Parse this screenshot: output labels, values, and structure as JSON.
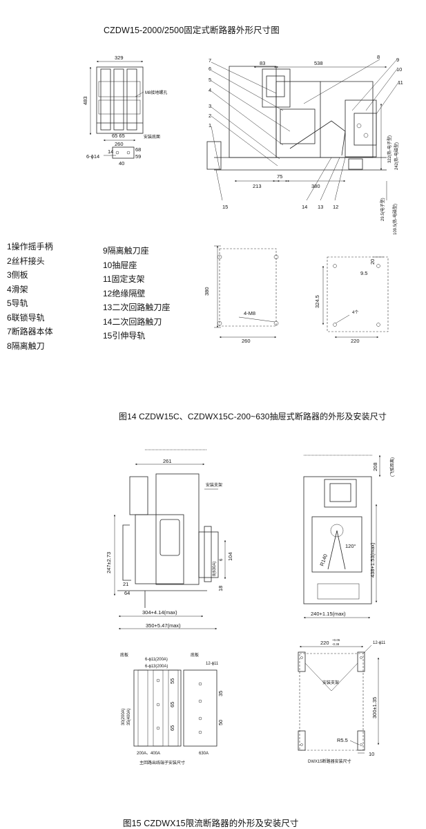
{
  "titles": {
    "top": "CZDW15-2000/2500固定式断路器外形尺寸图",
    "fig14": "图14 CZDW15C、CZDWX15C-200~630抽屉式断路器的外形及安装尺寸",
    "fig15": "图15 CZDWX15限流断路器的外形及安装尺寸"
  },
  "legend_left": [
    "1操作摇手柄",
    "2丝杆接头",
    "3侧板",
    "4滑架",
    "5导轨",
    "6联锁导轨",
    "7断路器本体",
    "8隔离触刀"
  ],
  "legend_right": [
    "9隔离触刀座",
    "10抽屉座",
    "11固定支架",
    "12绝缘隔壁",
    "13二次回路触刀座",
    "14二次回路触刀",
    "15引伸导轨"
  ],
  "top_front": {
    "d329": "329",
    "d483": "483",
    "m8": "M8接地螺孔",
    "base": "安装底面",
    "d6565": "65 65",
    "d260": "260",
    "d40": "40",
    "d6phi14": "6-ϕ14",
    "d14": "14",
    "d68": "68",
    "d59": "59"
  },
  "top_side": {
    "d83": "83",
    "d538": "538",
    "d213": "213",
    "d75": "75",
    "d380": "380",
    "d322": "322(热-电子型)",
    "d242": "242(热-电磁型)",
    "d295": "29.5(电子型)",
    "d1095": "109.5(热-电磁型)",
    "callouts": [
      "7",
      "6",
      "5",
      "4",
      "3",
      "2",
      "1",
      "8",
      "9",
      "10",
      "11",
      "14",
      "13",
      "12",
      "15"
    ]
  },
  "mount_a": {
    "d380": "380",
    "d260": "260",
    "m8": "4-M8"
  },
  "mount_b": {
    "d20": "20",
    "d95": "9.5",
    "d3245": "324.5",
    "d220": "220",
    "four": "4个"
  },
  "fig15_side": {
    "d261": "261",
    "bracket": "安装支架",
    "d247": "247±2.73",
    "d8": "8(630A)",
    "d6": "6",
    "d104": "104",
    "d21": "21",
    "d64": "64",
    "d18": "18",
    "d304": "304+4.14(max)",
    "d350": "350+5.47(max)"
  },
  "fig15_front": {
    "d208": "208",
    "fly": "(飞弧距离)",
    "d120": "120°",
    "r140": "R140",
    "d438": "438+1.53(max)",
    "d240": "240+1.15(max)"
  },
  "fig15_terminal": {
    "base1": "底板",
    "base2": "底板",
    "h1": "6-ϕ11(200A)",
    "h2": "6-ϕ13(200A)",
    "h3": "12-ϕ11",
    "d30": "30(200A)",
    "d35": "35(400A)",
    "d55": "55",
    "d65a": "65",
    "d65b": "65",
    "d35r": "35",
    "d50": "50",
    "lab1": "200A、400A",
    "lab2": "630A",
    "caption": "主回路出线端子安装尺寸"
  },
  "fig15_install": {
    "d220": "220",
    "tolp": "+0.05",
    "tolm": "-0.38",
    "h": "12-ϕ11",
    "bracket": "安装支架",
    "d300": "300±1.35",
    "r55": "R5.5",
    "d10": "10",
    "caption": "DWX15断路器安装尺寸"
  }
}
